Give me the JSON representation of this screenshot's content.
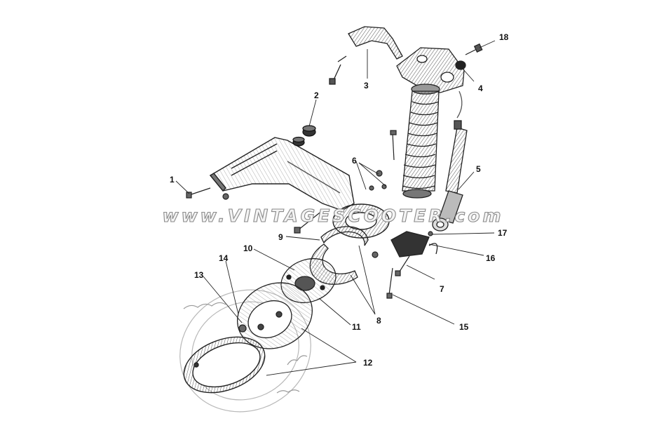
{
  "watermark": "www.VINTAGESCOOTER.com",
  "callouts": {
    "c1": "1",
    "c2": "2",
    "c3": "3",
    "c4": "4",
    "c5": "5",
    "c6": "6",
    "c7": "7",
    "c8": "8",
    "c9": "9",
    "c10": "10",
    "c11": "11",
    "c12": "12",
    "c13": "13",
    "c14": "14",
    "c15": "15",
    "c16": "16",
    "c17": "17",
    "c18": "18"
  }
}
